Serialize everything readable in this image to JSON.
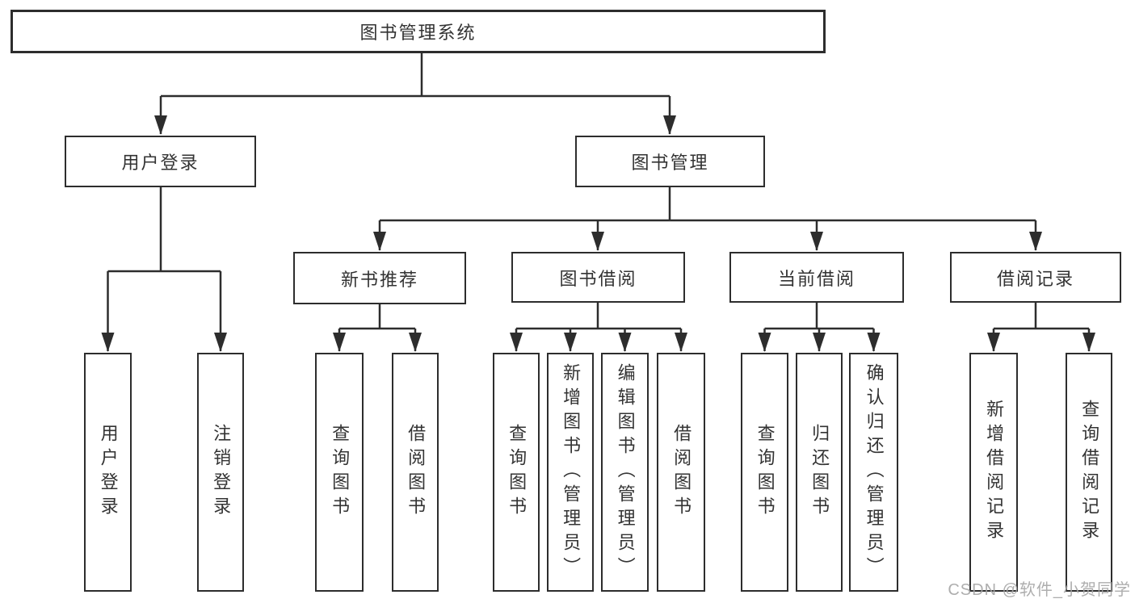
{
  "tree": {
    "root": {
      "label": "图书管理系统"
    },
    "branches": [
      {
        "label": "用户登录",
        "children": [
          {
            "label": "用户登录"
          },
          {
            "label": "注销登录"
          }
        ]
      },
      {
        "label": "图书管理",
        "sections": [
          {
            "label": "新书推荐",
            "children": [
              {
                "label": "查询图书"
              },
              {
                "label": "借阅图书"
              }
            ]
          },
          {
            "label": "图书借阅",
            "children": [
              {
                "label": "查询图书"
              },
              {
                "label": "新增图书（管理员）"
              },
              {
                "label": "编辑图书（管理员）"
              },
              {
                "label": "借阅图书"
              }
            ]
          },
          {
            "label": "当前借阅",
            "children": [
              {
                "label": "查询图书"
              },
              {
                "label": "归还图书"
              },
              {
                "label": "确认归还（管理员）"
              }
            ]
          },
          {
            "label": "借阅记录",
            "children": [
              {
                "label": "新增借阅记录"
              },
              {
                "label": "查询借阅记录"
              }
            ]
          }
        ]
      }
    ]
  },
  "watermark": {
    "text": "CSDN @软件_小贺同学"
  },
  "colors": {
    "line": "#2d2d2d",
    "text": "#333333",
    "watermark": "#a5a5a5",
    "background": "#ffffff"
  }
}
